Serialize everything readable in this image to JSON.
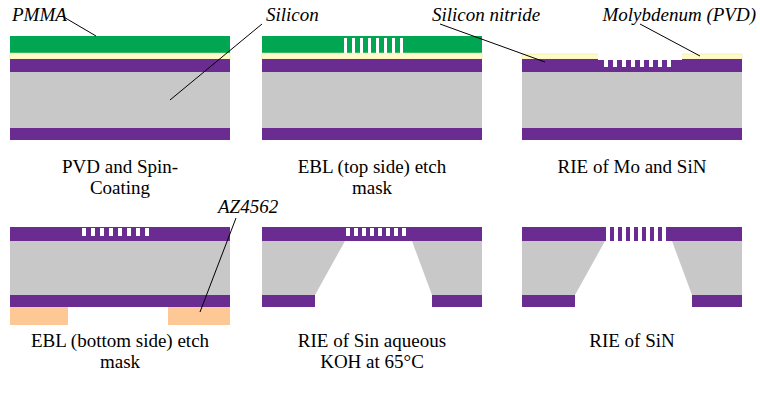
{
  "diagram": {
    "labels": [
      "PMMA",
      "Silicon",
      "Silicon nitride",
      "Molybdenum (PVD)",
      "PVD and Spin-Coating",
      "EBL (top side) etch mask",
      "RIE of Mo and SiN",
      "AZ4562",
      "EBL (bottom side) etch mask",
      "RIE of Sin aqueous KOH at 65°C",
      "RIE of SiN"
    ]
  }
}
